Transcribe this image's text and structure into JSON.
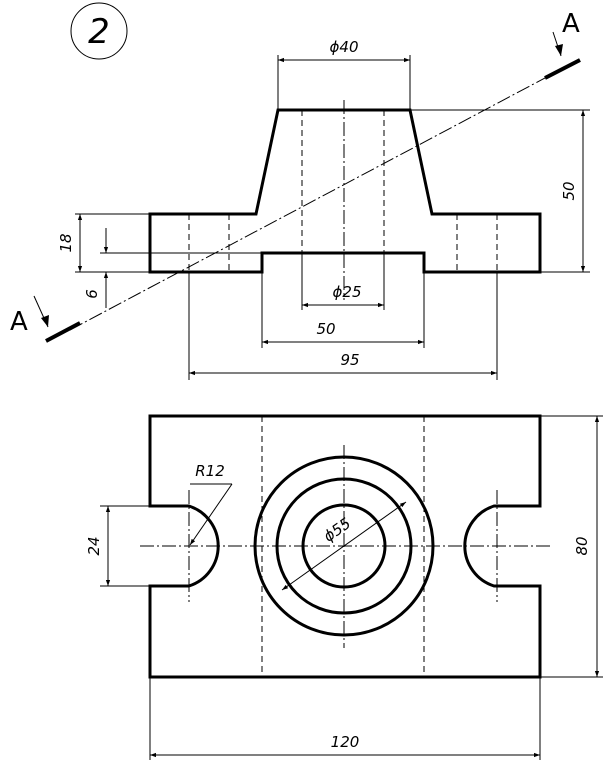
{
  "sheet": {
    "number": "2"
  },
  "section": {
    "label_top": "A",
    "label_bottom": "A"
  },
  "front_view": {
    "dims": {
      "top_diameter": "ϕ40",
      "height": "50",
      "flange_thickness": "18",
      "recess_depth": "6",
      "bore_diameter": "ϕ25",
      "recess_width": "50",
      "hole_spacing": "95"
    }
  },
  "top_view": {
    "dims": {
      "slot_radius": "R12",
      "slot_width": "24",
      "boss_diameter": "ϕ55",
      "depth": "80",
      "length": "120"
    }
  }
}
